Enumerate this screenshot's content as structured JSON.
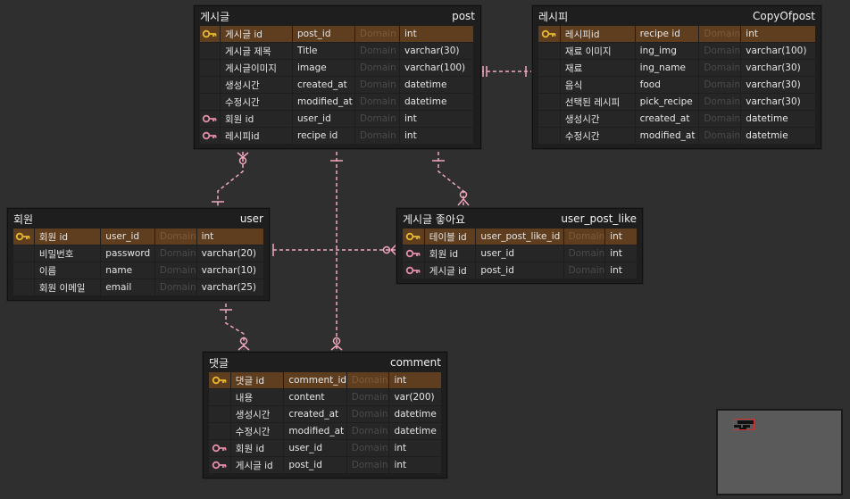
{
  "domain_placeholder": "Domain",
  "colors": {
    "canvas": "#2f2f2f",
    "table": "#1e1e1e",
    "pk_row": "#5e3e1f",
    "pk_key": "#e8b830",
    "fk_key": "#e58ea8",
    "link": "#f0a8bc"
  },
  "tables": {
    "post": {
      "logical": "게시글",
      "physical": "post",
      "rows": [
        {
          "key": "pk",
          "name": "게시글 id",
          "col": "post_id",
          "type": "int"
        },
        {
          "key": "",
          "name": "게시글 제목",
          "col": "Title",
          "type": "varchar(30)"
        },
        {
          "key": "",
          "name": "게시글이미지",
          "col": "image",
          "type": "varchar(100)"
        },
        {
          "key": "",
          "name": "생성시간",
          "col": "created_at",
          "type": "datetime"
        },
        {
          "key": "",
          "name": "수정시간",
          "col": "modified_at",
          "type": "datetime"
        },
        {
          "key": "fk",
          "name": "회원 id",
          "col": "user_id",
          "type": "int"
        },
        {
          "key": "fk",
          "name": "레시피id",
          "col": "recipe id",
          "type": "int"
        }
      ]
    },
    "recipe": {
      "logical": "레시피",
      "physical": "CopyOfpost",
      "rows": [
        {
          "key": "pk",
          "name": "레시피id",
          "col": "recipe id",
          "type": "int"
        },
        {
          "key": "",
          "name": "재료 이미지",
          "col": "ing_img",
          "type": "varchar(100)"
        },
        {
          "key": "",
          "name": "재료",
          "col": "ing_name",
          "type": "varchar(30)"
        },
        {
          "key": "",
          "name": "음식",
          "col": "food",
          "type": "varchar(30)"
        },
        {
          "key": "",
          "name": "선택된 레시피",
          "col": "pick_recipe",
          "type": "varchar(30)"
        },
        {
          "key": "",
          "name": "생성시간",
          "col": "created_at",
          "type": "datetime"
        },
        {
          "key": "",
          "name": "수정시간",
          "col": "modified_at",
          "type": "datetmie"
        }
      ]
    },
    "user": {
      "logical": "회원",
      "physical": "user",
      "rows": [
        {
          "key": "pk",
          "name": "회원 id",
          "col": "user_id",
          "type": "int"
        },
        {
          "key": "",
          "name": "비밀번호",
          "col": "password",
          "type": "varchar(20)"
        },
        {
          "key": "",
          "name": "이름",
          "col": "name",
          "type": "varchar(10)"
        },
        {
          "key": "",
          "name": "회원 이메일",
          "col": "email",
          "type": "varchar(25)"
        }
      ]
    },
    "like": {
      "logical": "게시글 좋아요",
      "physical": "user_post_like",
      "rows": [
        {
          "key": "pk",
          "name": "테이블 id",
          "col": "user_post_like_id",
          "type": "int"
        },
        {
          "key": "fk",
          "name": "회원 id",
          "col": "user_id",
          "type": "int"
        },
        {
          "key": "fk",
          "name": "게시글 id",
          "col": "post_id",
          "type": "int"
        }
      ]
    },
    "comment": {
      "logical": "댓글",
      "physical": "comment",
      "rows": [
        {
          "key": "pk",
          "name": "댓글 id",
          "col": "comment_id",
          "type": "int"
        },
        {
          "key": "",
          "name": "내용",
          "col": "content",
          "type": "var(200)"
        },
        {
          "key": "",
          "name": "생성시간",
          "col": "created_at",
          "type": "datetime"
        },
        {
          "key": "",
          "name": "수정시간",
          "col": "modified_at",
          "type": "datetime"
        },
        {
          "key": "fk",
          "name": "회원 id",
          "col": "user_id",
          "type": "int"
        },
        {
          "key": "fk",
          "name": "게시글 id",
          "col": "post_id",
          "type": "int"
        }
      ]
    }
  }
}
